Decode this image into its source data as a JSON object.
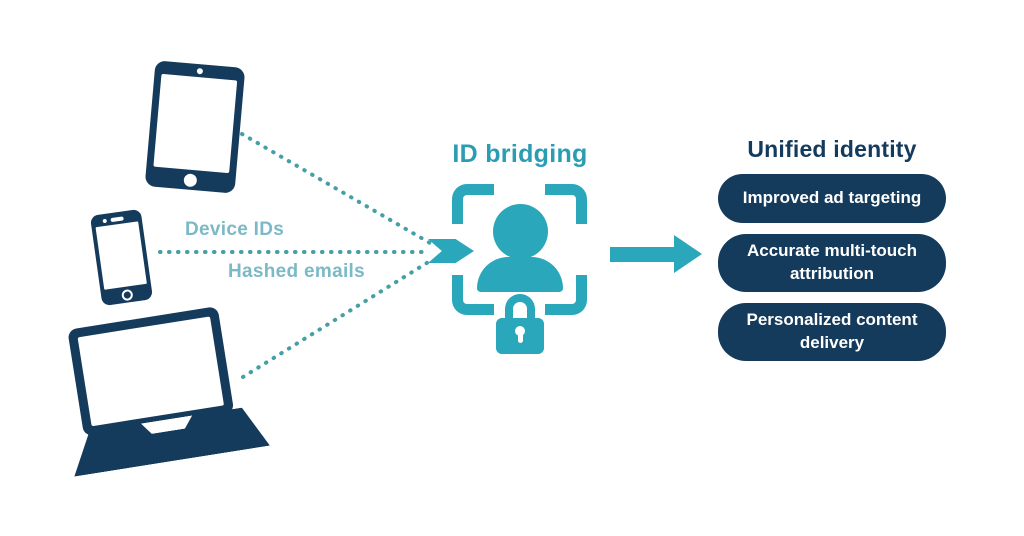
{
  "center": {
    "title": "ID bridging"
  },
  "connectors": {
    "device_ids_label": "Device IDs",
    "hashed_emails_label": "Hashed emails"
  },
  "right": {
    "heading": "Unified identity",
    "pills": [
      "Improved ad targeting",
      "Accurate multi-touch attribution",
      "Personalized content delivery"
    ]
  },
  "colors": {
    "navy": "#143a5c",
    "teal": "#2ba7bc",
    "teal_dark": "#2a9db3",
    "teal_muted": "#7cb9c6",
    "dotted": "#44a0a5",
    "background": "#ffffff",
    "pill_text": "#ffffff"
  }
}
